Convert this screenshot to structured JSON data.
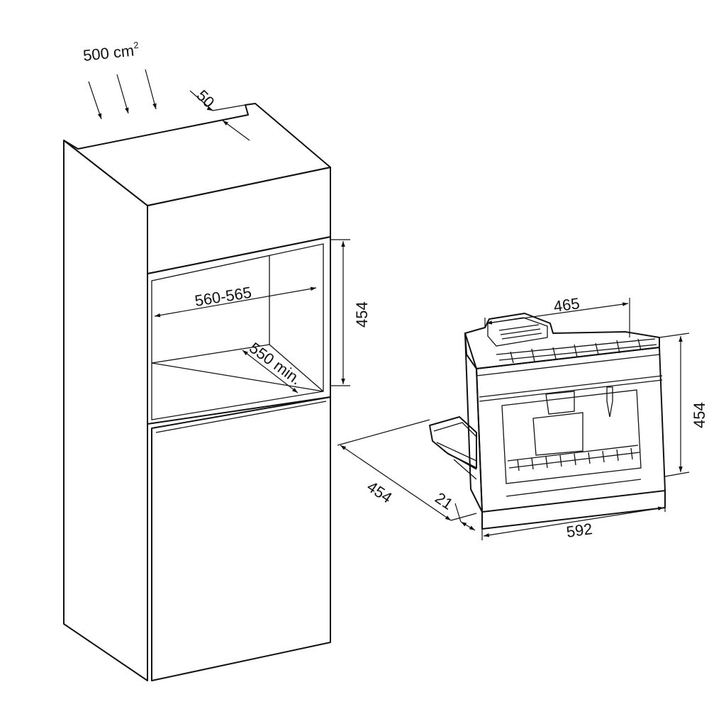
{
  "ventilation": {
    "value": "500 cm",
    "superscript": "2"
  },
  "dimensions": {
    "gap_top": "50",
    "niche_width": "560-565",
    "niche_height": "454",
    "niche_depth": "550 min.",
    "appliance_top_width": "465",
    "appliance_height": "454",
    "appliance_depth": "454",
    "front_offset": "21",
    "appliance_width": "592"
  },
  "colors": {
    "line": "#111111",
    "background": "#ffffff"
  }
}
